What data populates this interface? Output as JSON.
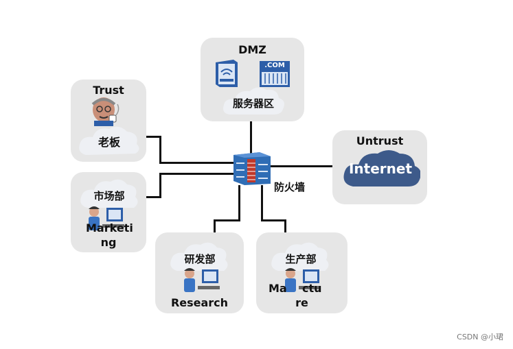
{
  "zones": {
    "dmz": {
      "title": "DMZ",
      "cloud": "服务器区",
      "server_label": ".COM"
    },
    "trust": {
      "title": "Trust",
      "cloud": "老板"
    },
    "marketing": {
      "cloud": "市场部",
      "label_line1": "Marketi",
      "label_line2": "ng"
    },
    "untrust": {
      "title": "Untrust",
      "cloud": "Internet"
    },
    "research": {
      "cloud": "研发部",
      "label": "Research"
    },
    "manufacture": {
      "cloud": "生产部",
      "label_line1": "Ma    ctu",
      "label_line2": "re"
    }
  },
  "firewall": {
    "label": "防火墙"
  },
  "watermark": "CSDN @小珺",
  "colors": {
    "zone_bg": "#e6e6e6",
    "cloud": "#eef0f4",
    "internet": "#3d5a8a",
    "firewall": "#2f6db5"
  }
}
